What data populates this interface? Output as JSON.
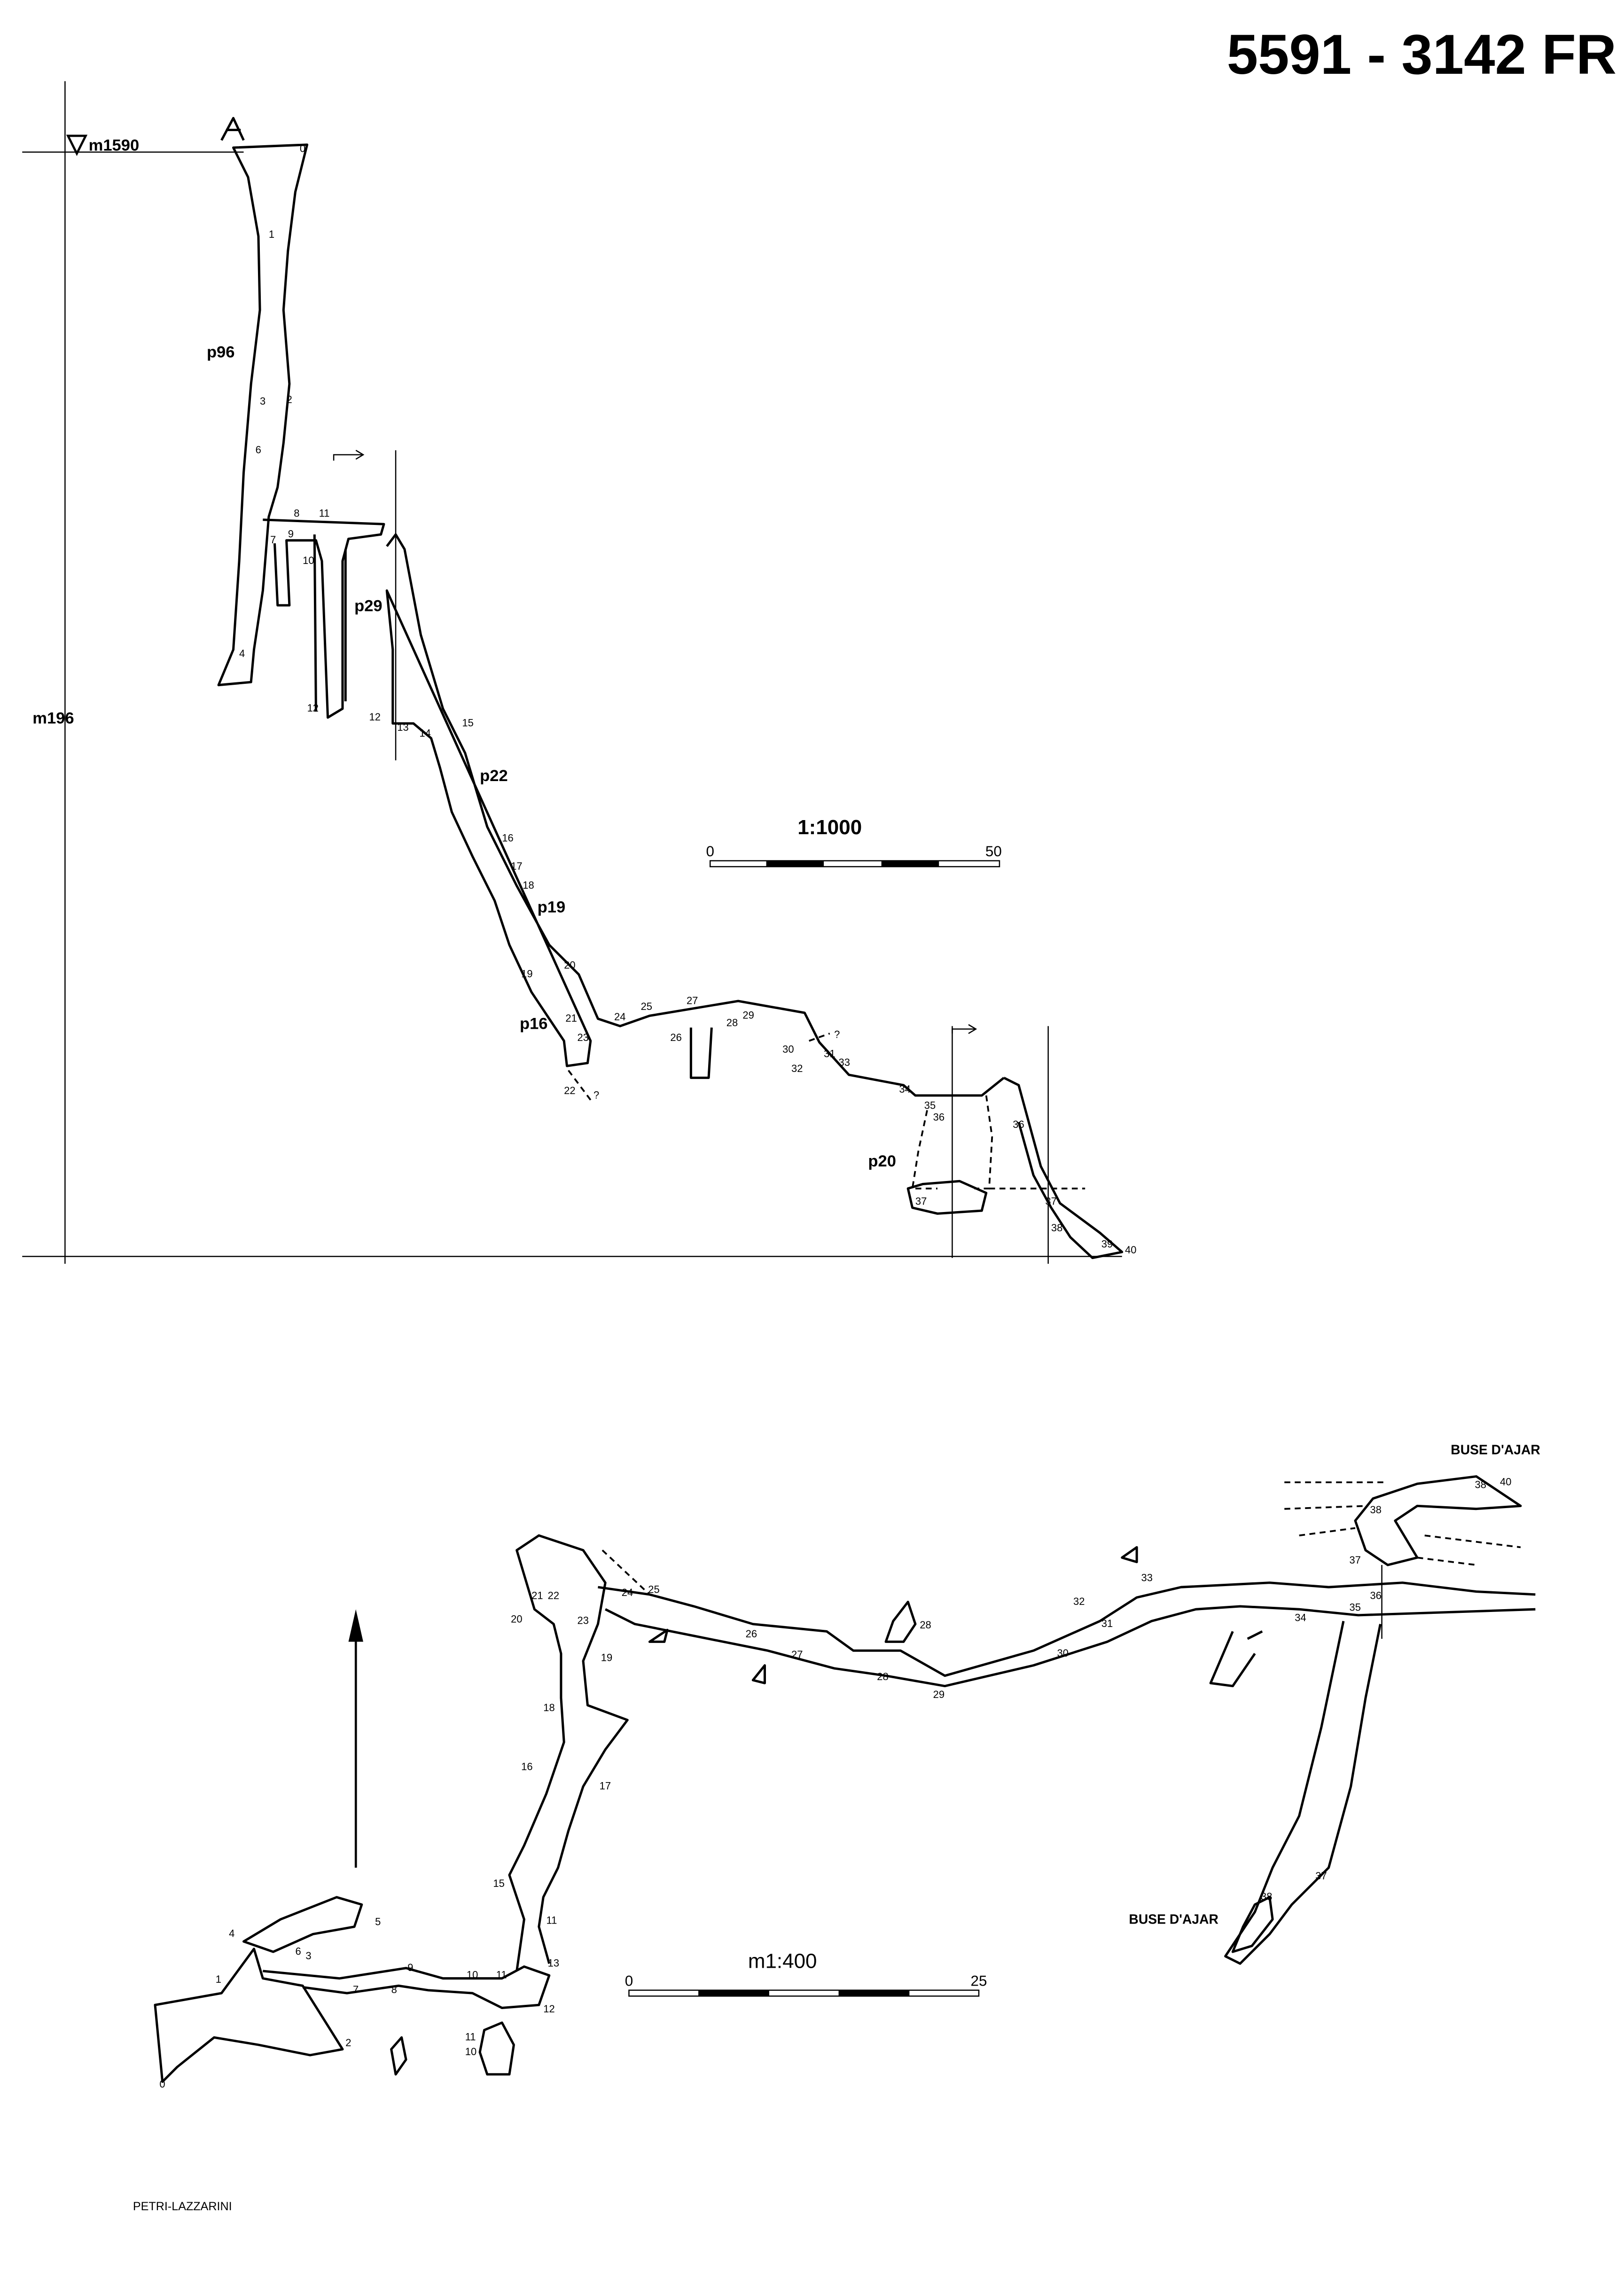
{
  "title": "5591 - 3142 FR",
  "profile": {
    "entrance_altitude": "m1590",
    "depth": "m196",
    "scale_label": "1:1000",
    "scale_start": "0",
    "scale_end": "50",
    "pitches": [
      "p96",
      "p29",
      "p22",
      "p19",
      "p16",
      "p20"
    ],
    "stations": [
      "0",
      "1",
      "3",
      "2",
      "6",
      "8",
      "7",
      "9",
      "11",
      "10",
      "4",
      "12",
      "12",
      "13",
      "14",
      "15",
      "16",
      "17",
      "18",
      "19",
      "20",
      "21",
      "23",
      "22",
      "24",
      "25",
      "27",
      "26",
      "28",
      "29",
      "30",
      "31",
      "33",
      "32",
      "34",
      "35",
      "36",
      "36",
      "37",
      "37",
      "38",
      "39",
      "40",
      "?",
      "?"
    ]
  },
  "plan": {
    "scale_label": "m1:400",
    "scale_start": "0",
    "scale_end": "25",
    "place_name_1": "BUSE D'AJAR",
    "place_name_2": "BUSE D'AJAR",
    "stations": [
      "0",
      "1",
      "2",
      "3",
      "4",
      "5",
      "6",
      "7",
      "8",
      "9",
      "10",
      "11",
      "13",
      "12",
      "11",
      "10",
      "15",
      "11",
      "16",
      "17",
      "18",
      "19",
      "20",
      "21",
      "22",
      "23",
      "24",
      "25",
      "26",
      "27",
      "28",
      "28",
      "29",
      "30",
      "31",
      "32",
      "33",
      "34",
      "35",
      "36",
      "37",
      "38",
      "38",
      "40",
      "37",
      "38"
    ]
  },
  "authors": "PETRI-LAZZARINI"
}
